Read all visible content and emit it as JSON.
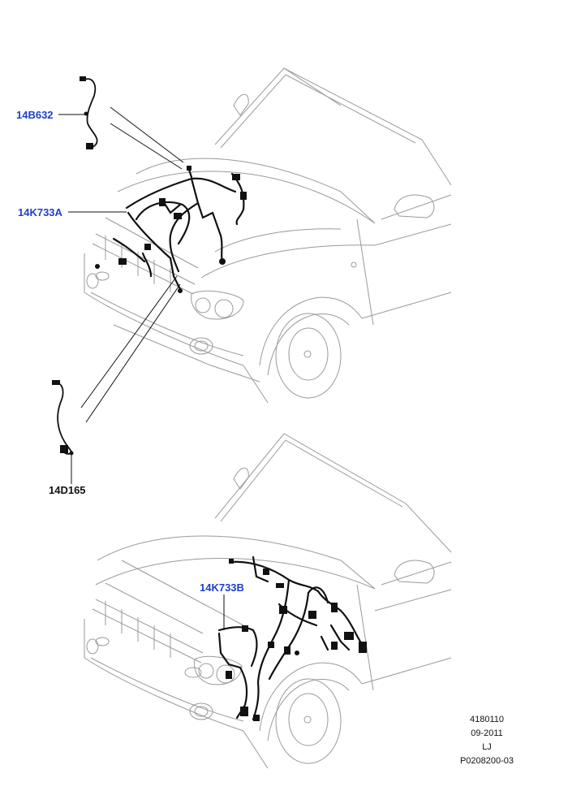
{
  "colors": {
    "link": "#1f3fd0",
    "text": "#111111",
    "outline": "#9a9a9a",
    "harness": "#111111"
  },
  "callouts": {
    "part_14b632": "14B632",
    "part_14k733a": "14K733A",
    "part_14d165": "14D165",
    "part_14k733b": "14K733B"
  },
  "footer": {
    "line1": "4180110",
    "line2": "09-2011",
    "line3": "LJ",
    "line4": "P0208200-03"
  }
}
